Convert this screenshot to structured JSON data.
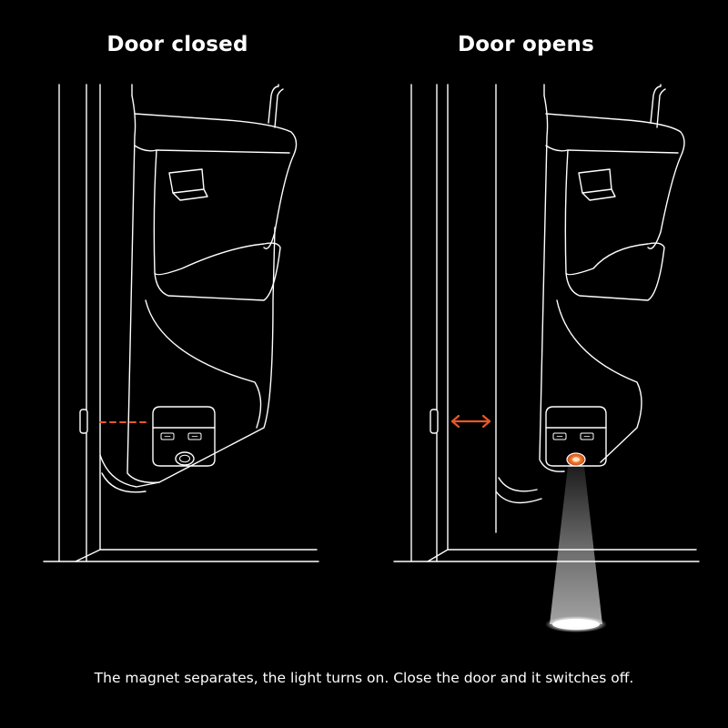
{
  "panels": {
    "left": {
      "title": "Door closed"
    },
    "right": {
      "title": "Door opens"
    }
  },
  "caption": "The magnet separates, the light turns on. Close the door and it switches off.",
  "colors": {
    "background": "#000000",
    "line": "#ffffff",
    "accent": "#e8572a",
    "light_beam": "#ffffff"
  },
  "icons": {
    "magnet": "door-magnet-icon",
    "sensor": "sensor-light-icon",
    "separation": "double-arrow-icon"
  }
}
